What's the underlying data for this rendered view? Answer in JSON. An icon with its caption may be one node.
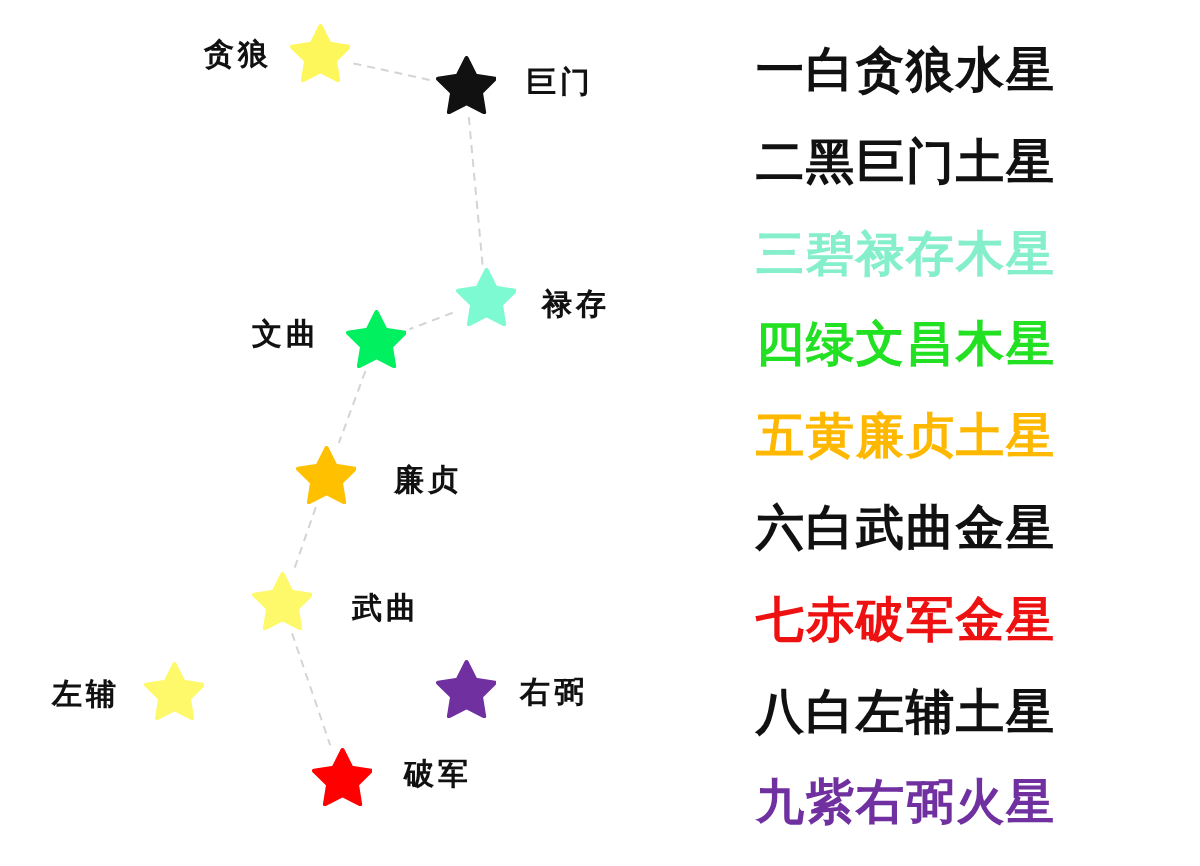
{
  "diagram": {
    "nodes": [
      {
        "text": [],
        "shape": "star",
        "beside": [
          "贪狼"
        ]
      },
      {
        "text": [],
        "shape": "star",
        "beside": [
          "巨门"
        ]
      },
      {
        "text": [],
        "shape": "star",
        "beside": [
          "禄存"
        ]
      },
      {
        "text": [],
        "shape": "star",
        "beside": [
          "文曲"
        ]
      },
      {
        "text": [],
        "shape": "star",
        "beside": [
          "廉贞"
        ]
      },
      {
        "text": [],
        "shape": "star",
        "beside": [
          "武曲"
        ]
      },
      {
        "text": [],
        "shape": "star",
        "beside": [
          "左辅"
        ]
      },
      {
        "text": [],
        "shape": "star",
        "beside": [
          "右弼"
        ]
      },
      {
        "text": [],
        "shape": "star",
        "beside": [
          "破军"
        ]
      }
    ],
    "edges": [
      {
        "from": 0,
        "to": 1,
        "arrow": "none",
        "style": "dashed"
      },
      {
        "from": 1,
        "to": 2,
        "arrow": "none",
        "style": "dashed"
      },
      {
        "from": 2,
        "to": 3,
        "arrow": "none",
        "style": "dashed"
      },
      {
        "from": 3,
        "to": 4,
        "arrow": "none",
        "style": "dashed"
      },
      {
        "from": 4,
        "to": 5,
        "arrow": "none",
        "style": "dashed"
      },
      {
        "from": 5,
        "to": 8,
        "arrow": "none",
        "style": "dashed"
      }
    ],
    "labels": [
      "一白贪狼水星",
      "二黑巨门土星",
      "三碧禄存木星",
      "四绿文昌木星",
      "五黄廉贞土星",
      "六白武曲金星",
      "七赤破军金星",
      "八白左辅土星",
      "九紫右弼火星"
    ]
  }
}
